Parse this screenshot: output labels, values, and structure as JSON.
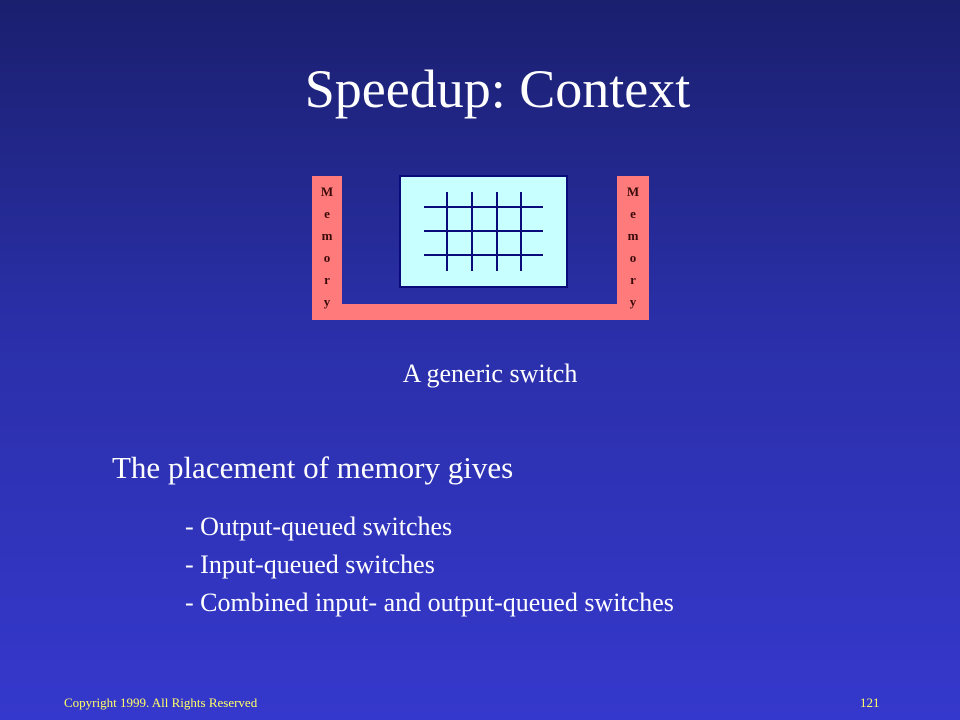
{
  "slide": {
    "title": "Speedup: Context",
    "caption": "A generic switch",
    "heading": "The placement of memory gives",
    "items": [
      "- Output-queued switches",
      "- Input-queued switches",
      "- Combined input- and output-queued switches"
    ],
    "footer_left": "Copyright 1999. All Rights Reserved",
    "footer_right": "121"
  },
  "diagram": {
    "memory_left_letters": [
      "M",
      "e",
      "m",
      "o",
      "r",
      "y"
    ],
    "memory_right_letters": [
      "M",
      "e",
      "m",
      "o",
      "r",
      "y"
    ],
    "colors": {
      "memory": "#ff7b7b",
      "fabric": "#c8ffff",
      "grid": "#0a0a7a"
    }
  }
}
